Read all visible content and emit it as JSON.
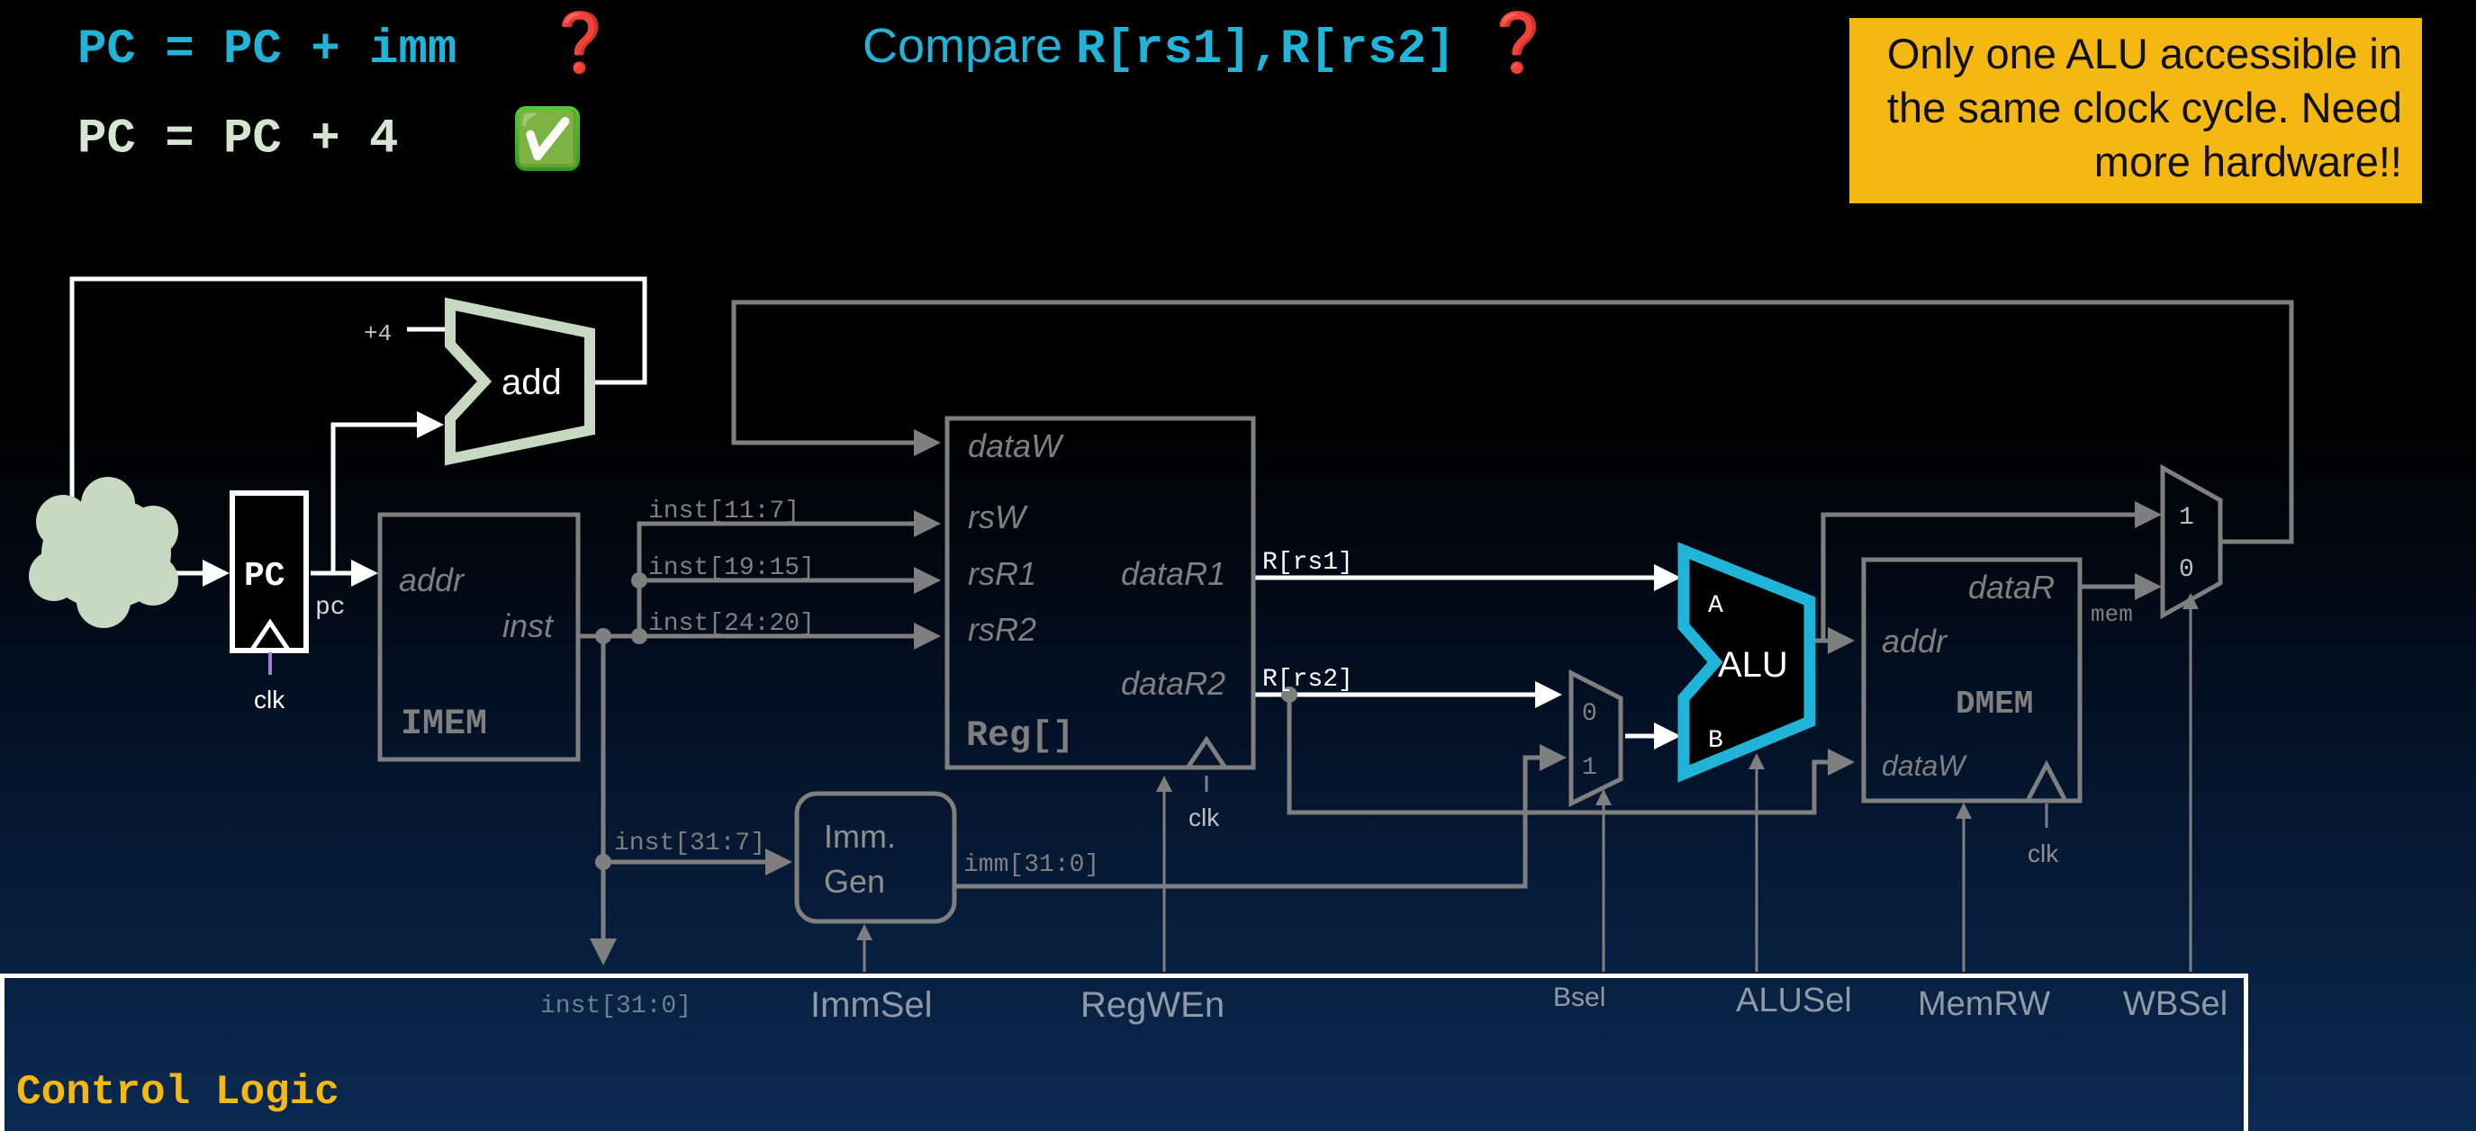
{
  "header": {
    "pc_imm": "PC = PC + imm",
    "pc_imm_mark": "❓",
    "pc_plus4": "PC = PC + 4",
    "pc_plus4_mark": "✅",
    "compare_prefix": "Compare",
    "compare_regs": "R[rs1],R[rs2]",
    "compare_mark": "❓"
  },
  "note": {
    "line1": "Only one ALU accessible in",
    "line2": "the same clock cycle. Need",
    "line3": "more hardware!!"
  },
  "datapath": {
    "adder": {
      "plus4": "+4",
      "label": "add"
    },
    "pc": {
      "label": "PC",
      "out": "pc",
      "clk": "clk"
    },
    "imem": {
      "addr": "addr",
      "inst": "inst",
      "name": "IMEM"
    },
    "wires": {
      "inst_11_7": "inst[11:7]",
      "inst_19_15": "inst[19:15]",
      "inst_24_20": "inst[24:20]",
      "inst_31_7": "inst[31:7]",
      "inst_31_0": "inst[31:0]",
      "imm_31_0": "imm[31:0]",
      "r_rs1": "R[rs1]",
      "r_rs2": "R[rs2]",
      "mem": "mem"
    },
    "regfile": {
      "dataW": "dataW",
      "rsW": "rsW",
      "rsR1": "rsR1",
      "rsR2": "rsR2",
      "dataR1": "dataR1",
      "dataR2": "dataR2",
      "name": "Reg[]",
      "clk": "clk"
    },
    "immgen": {
      "line1": "Imm.",
      "line2": "Gen"
    },
    "bmux": {
      "in0": "0",
      "in1": "1"
    },
    "alu": {
      "label": "ALU",
      "a": "A",
      "b": "B"
    },
    "dmem": {
      "dataR": "dataR",
      "addr": "addr",
      "name": "DMEM",
      "dataW": "dataW",
      "clk": "clk"
    },
    "wbmux": {
      "in1": "1",
      "in0": "0"
    }
  },
  "control": {
    "title": "Control Logic",
    "signals": {
      "inst": "inst[31:0]",
      "immsel": "ImmSel",
      "regwen": "RegWEn",
      "bsel": "Bsel",
      "alusel": "ALUSel",
      "memrw": "MemRW",
      "wbsel": "WBSel"
    }
  },
  "colors": {
    "cyan": "#1fb4d8",
    "gray_wire": "#7f7f7f",
    "white_wire": "#ffffff",
    "mint": "#c7d8c3",
    "note_bg": "#f5b711",
    "question": "#e0141c"
  }
}
